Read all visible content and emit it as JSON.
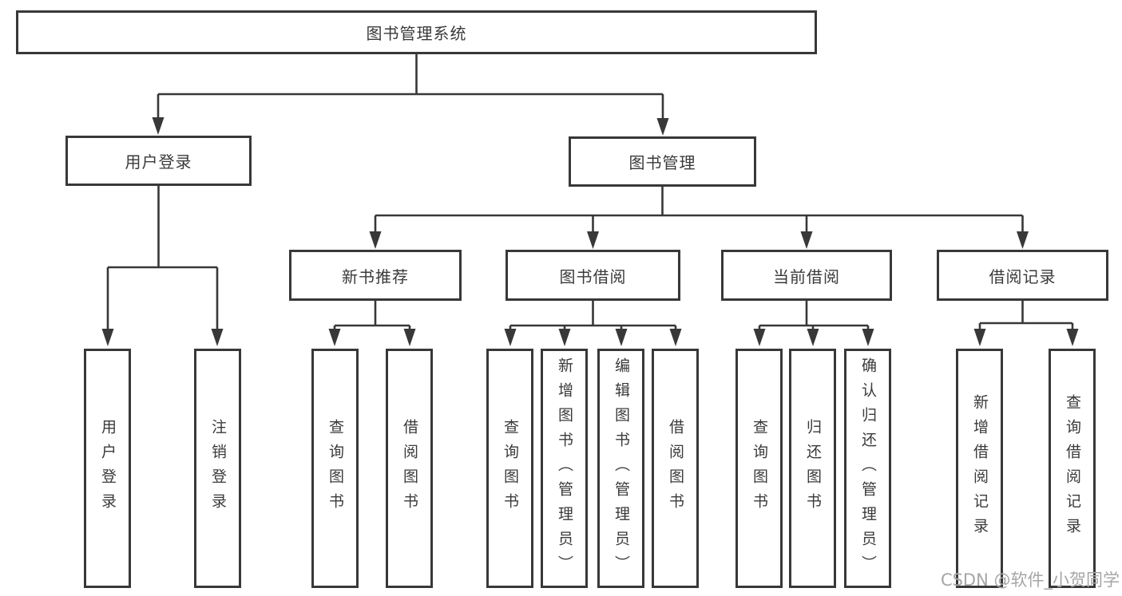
{
  "title": {
    "label": "图书管理系统"
  },
  "level2": [
    {
      "label": "用户登录"
    },
    {
      "label": "图书管理"
    }
  ],
  "level3": [
    {
      "label": "新书推荐"
    },
    {
      "label": "图书借阅"
    },
    {
      "label": "当前借阅"
    },
    {
      "label": "借阅记录"
    }
  ],
  "leaves": {
    "login": [
      {
        "label": "用户登录"
      },
      {
        "label": "注销登录"
      }
    ],
    "newbook": [
      {
        "label": "查询图书"
      },
      {
        "label": "借阅图书"
      }
    ],
    "borrow": [
      {
        "label": "查询图书"
      },
      {
        "label": "新增图书（管理员）"
      },
      {
        "label": "编辑图书（管理员）"
      },
      {
        "label": "借阅图书"
      }
    ],
    "current": [
      {
        "label": "查询图书"
      },
      {
        "label": "归还图书"
      },
      {
        "label": "确认归还（管理员）"
      }
    ],
    "records": [
      {
        "label": "新增借阅记录"
      },
      {
        "label": "查询借阅记录"
      }
    ]
  },
  "watermark": {
    "text": "CSDN @软件_小贺同学"
  },
  "colors": {
    "line": "#383838",
    "text": "#3a3a3a",
    "background": "#ffffff",
    "watermark": "#a6a6a6"
  }
}
